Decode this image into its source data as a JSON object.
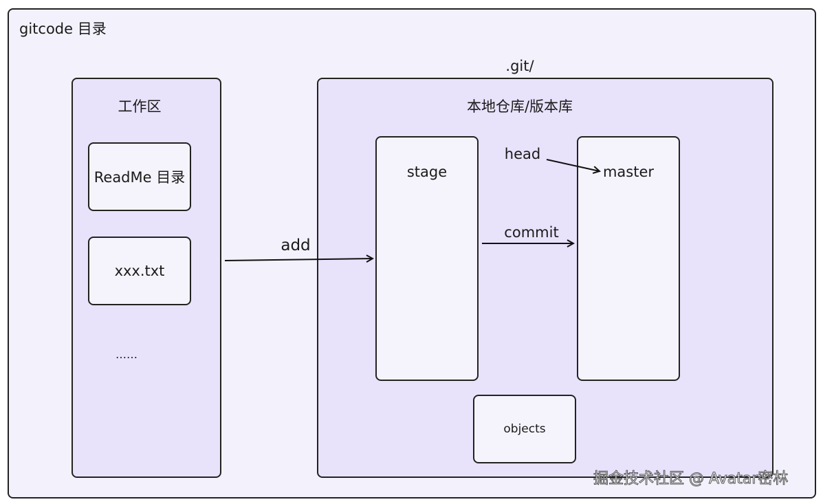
{
  "outer": {
    "label": "gitcode 目录"
  },
  "workspace": {
    "title": "工作区",
    "items": [
      "ReadMe 目录",
      "xxx.txt"
    ],
    "ellipsis": "……"
  },
  "git_dir": {
    "label": ".git/"
  },
  "repository": {
    "title": "本地仓库/版本库",
    "stage": "stage",
    "master": "master",
    "objects": "objects"
  },
  "arrows": {
    "add": "add",
    "commit": "commit",
    "head": "head"
  },
  "watermark": "掘金技术社区 @ Avatar密林",
  "colors": {
    "outer_fill": "#f3f2fc",
    "panel_fill": "#e8e2fa",
    "card_fill": "#f5f4fc",
    "stroke": "#222222"
  }
}
